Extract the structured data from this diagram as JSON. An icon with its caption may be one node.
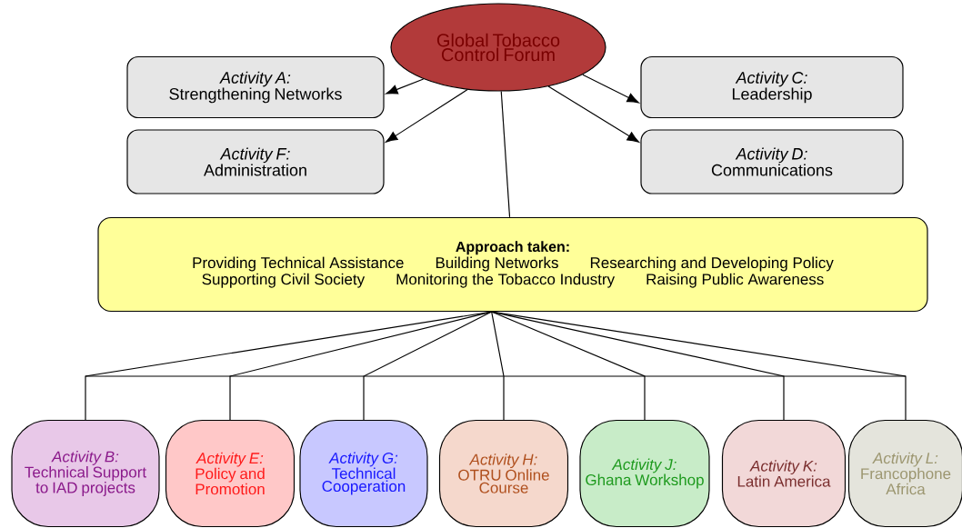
{
  "diagram": {
    "nodes": [
      {
        "text": [
          "Global Tobacco Control Forum"
        ]
      },
      {
        "text": [
          "Activity A:",
          "Strengthening Networks"
        ]
      },
      {
        "text": [
          "Activity C:",
          "Leadership"
        ]
      },
      {
        "text": [
          "Activity F:",
          "Administration"
        ]
      },
      {
        "text": [
          "Activity D:",
          "Communications"
        ]
      },
      {
        "text": [
          "Approach taken:",
          "Providing Technical Assistance",
          "Building Networks",
          "Researching and Developing Policy",
          "Supporting Civil Society",
          "Monitoring the Tobacco Industry",
          "Raising Public Awareness"
        ]
      },
      {
        "text": [
          "Activity B:",
          "Technical Support to IAD projects"
        ]
      },
      {
        "text": [
          "Activity E:",
          "Policy and Promotion"
        ]
      },
      {
        "text": [
          "Activity G:",
          "Technical Cooperation"
        ]
      },
      {
        "text": [
          "Activity H:",
          "OTRU Online Course"
        ]
      },
      {
        "text": [
          "Activity J:",
          "Ghana Workshop"
        ]
      },
      {
        "text": [
          "Activity K:",
          "Latin America"
        ]
      },
      {
        "text": [
          "Activity L:",
          "Francophone Africa"
        ]
      }
    ],
    "edges": [
      {
        "from": 0,
        "to": 1,
        "arrow": "to"
      },
      {
        "from": 0,
        "to": 3,
        "arrow": "to"
      },
      {
        "from": 0,
        "to": 2,
        "arrow": "to"
      },
      {
        "from": 0,
        "to": 4,
        "arrow": "to"
      },
      {
        "from": 0,
        "to": 5,
        "arrow": "none"
      },
      {
        "from": 5,
        "to": 6,
        "arrow": "none"
      },
      {
        "from": 5,
        "to": 7,
        "arrow": "none"
      },
      {
        "from": 5,
        "to": 8,
        "arrow": "none"
      },
      {
        "from": 5,
        "to": 9,
        "arrow": "none"
      },
      {
        "from": 5,
        "to": 10,
        "arrow": "none"
      },
      {
        "from": 5,
        "to": 11,
        "arrow": "none"
      },
      {
        "from": 5,
        "to": 12,
        "arrow": "none"
      }
    ]
  }
}
